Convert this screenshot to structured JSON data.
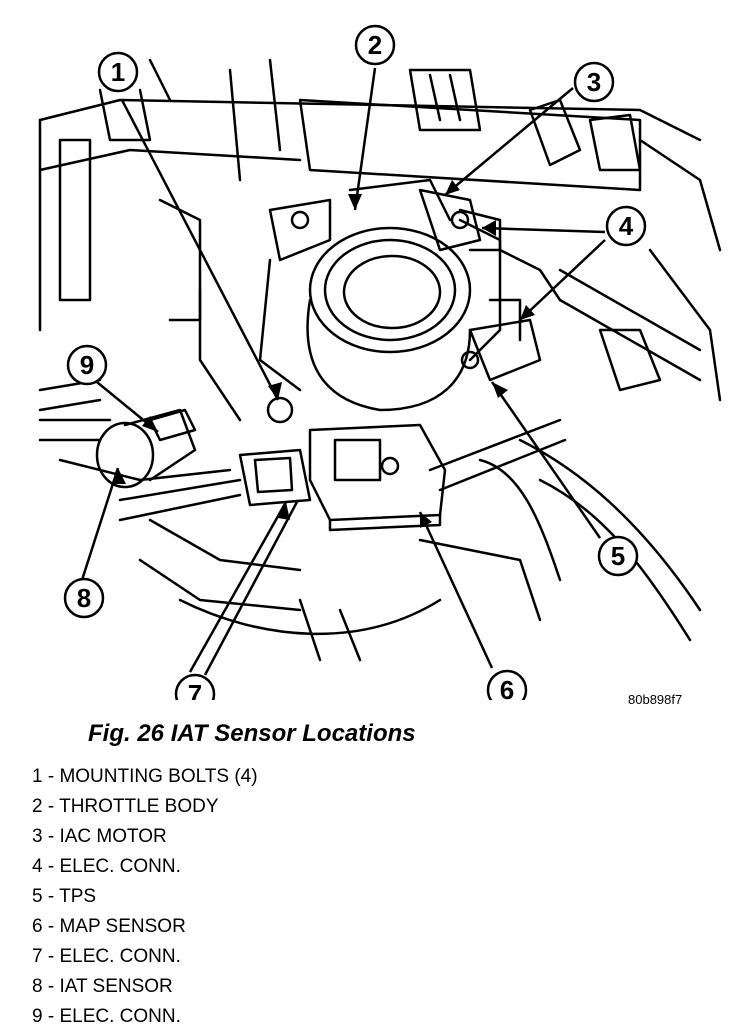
{
  "figure": {
    "title": "Fig. 26 IAT Sensor Locations",
    "reference_code": "80b898f7"
  },
  "callouts": [
    "1",
    "2",
    "3",
    "4",
    "5",
    "6",
    "7",
    "8",
    "9"
  ],
  "legend": [
    {
      "num": "1",
      "text": "1 - MOUNTING BOLTS (4)"
    },
    {
      "num": "2",
      "text": "2 - THROTTLE BODY"
    },
    {
      "num": "3",
      "text": "3 - IAC MOTOR"
    },
    {
      "num": "4",
      "text": "4 - ELEC. CONN."
    },
    {
      "num": "5",
      "text": "5 - TPS"
    },
    {
      "num": "6",
      "text": "6 - MAP SENSOR"
    },
    {
      "num": "7",
      "text": "7 - ELEC. CONN."
    },
    {
      "num": "8",
      "text": "8 - IAT SENSOR"
    },
    {
      "num": "9",
      "text": "9 - ELEC. CONN."
    }
  ]
}
